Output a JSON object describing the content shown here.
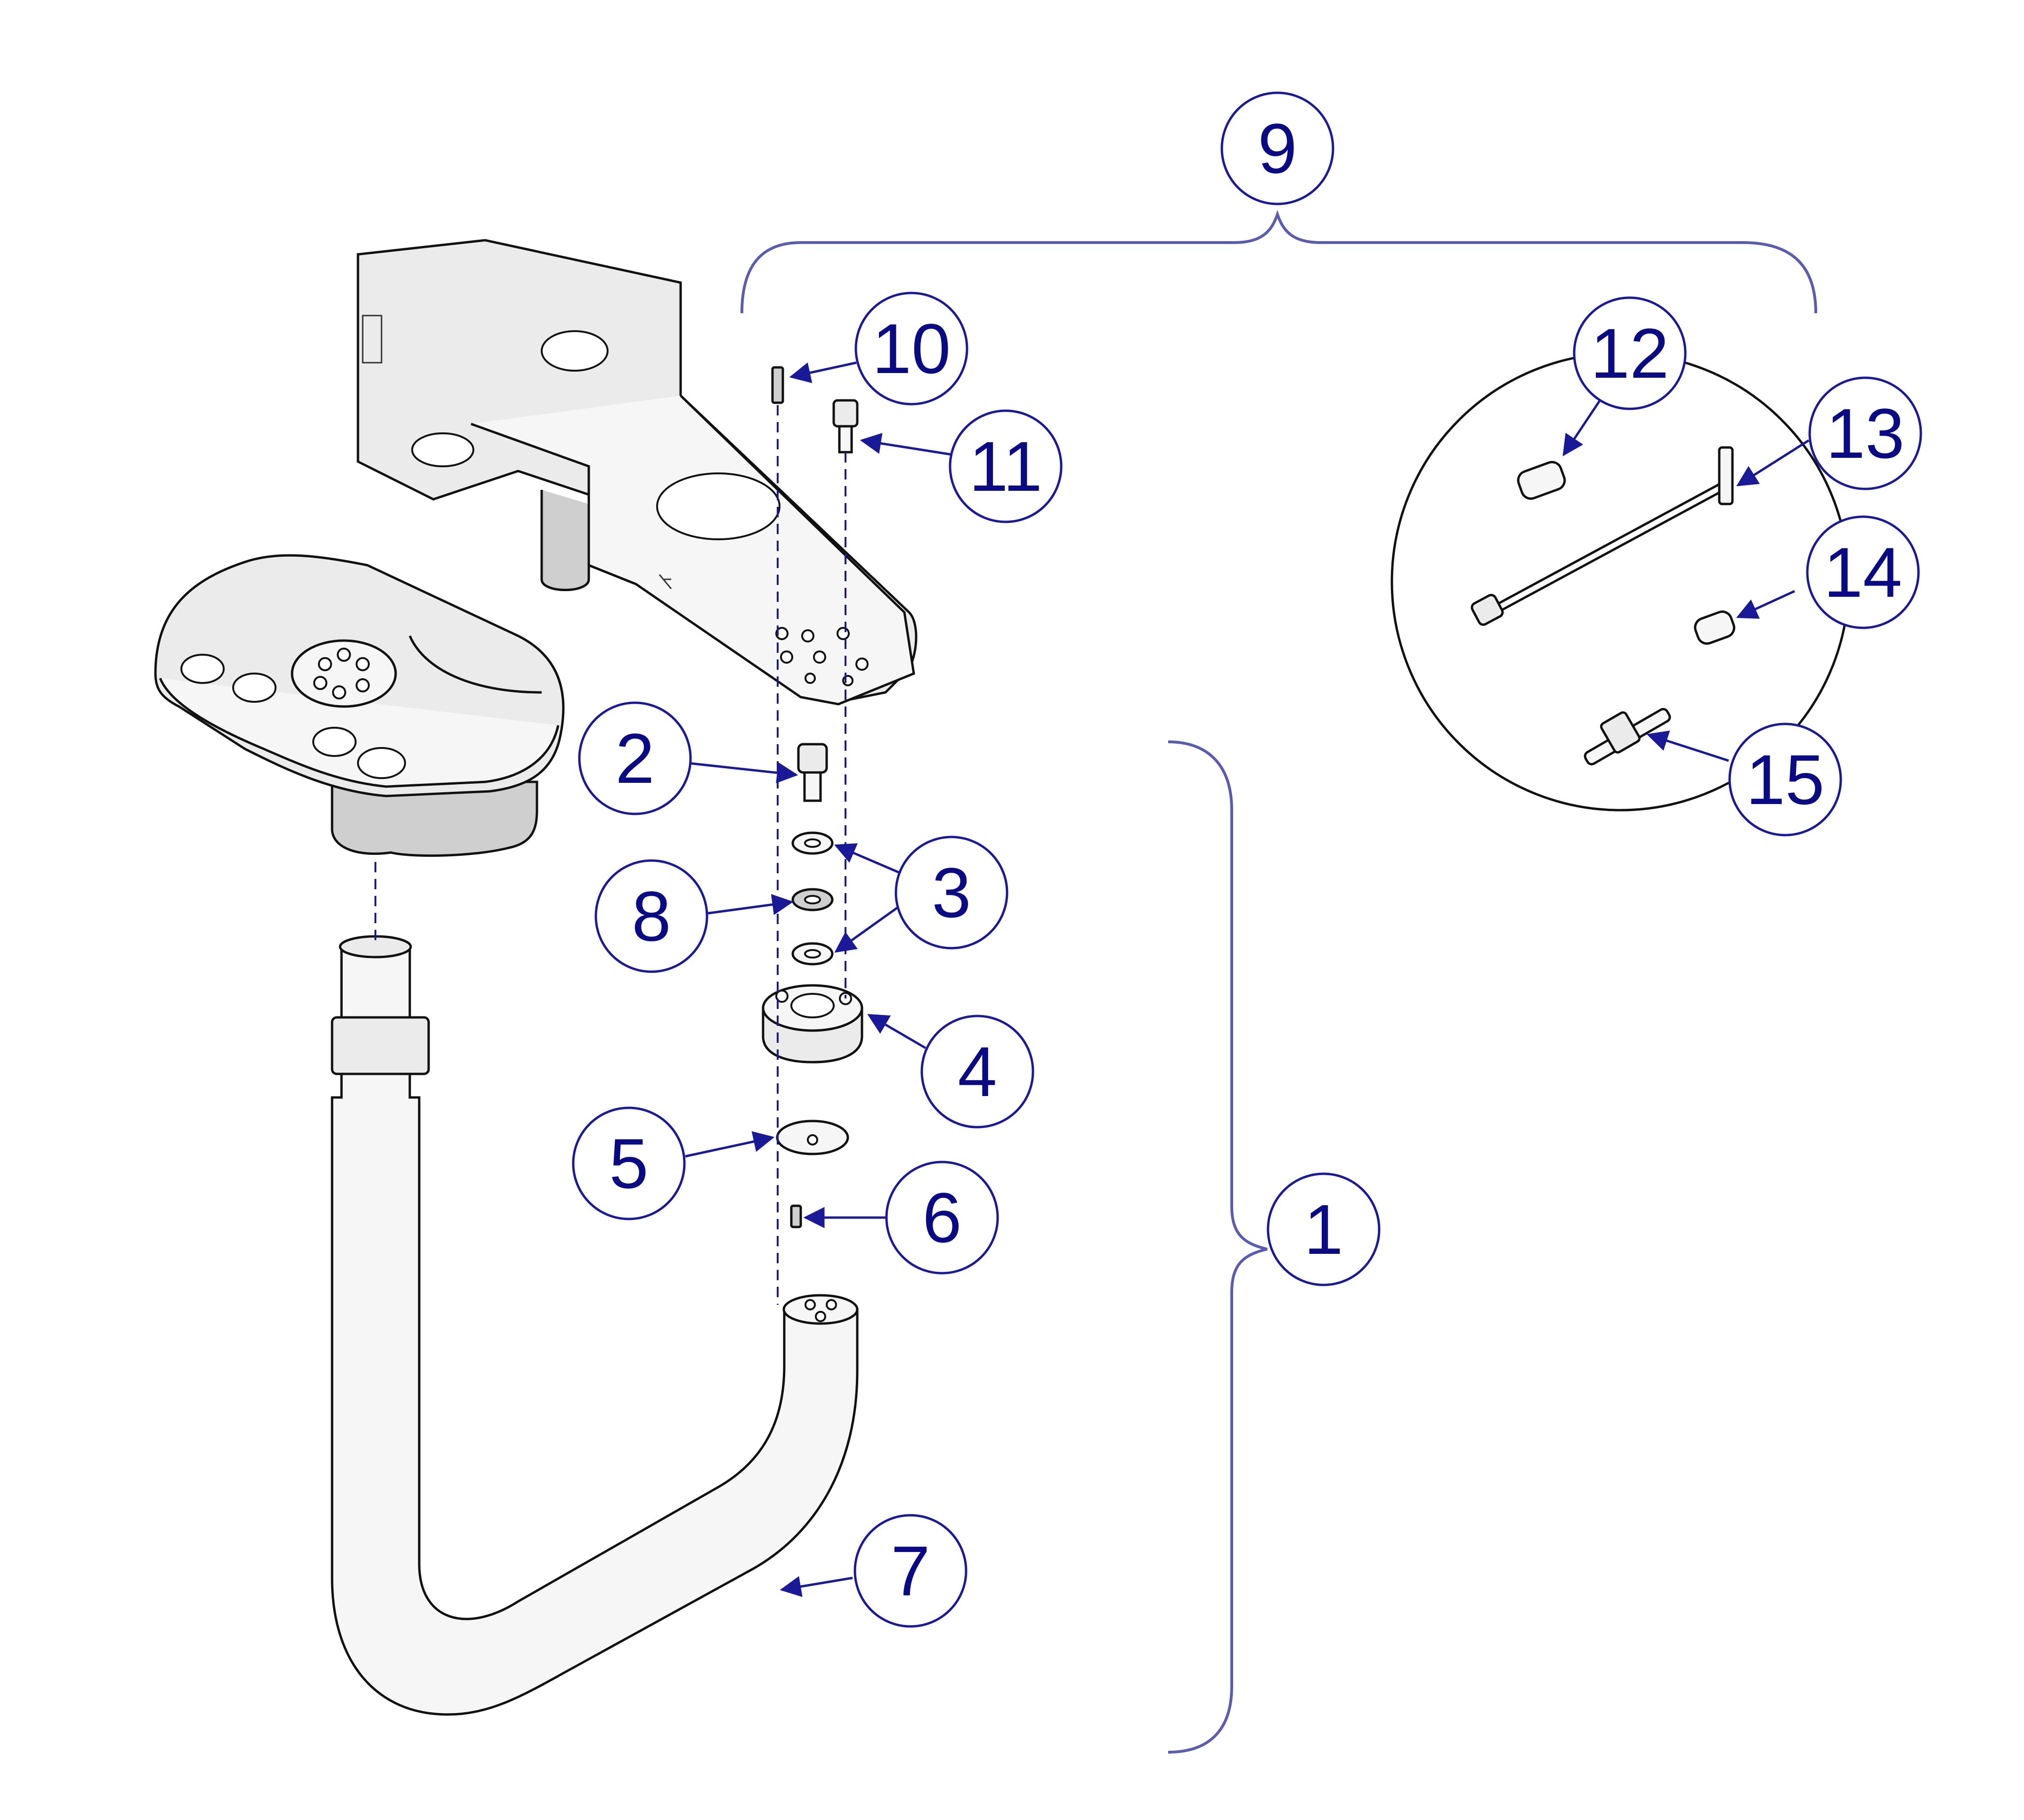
{
  "callouts": {
    "c1": "1",
    "c2": "2",
    "c3a": "3",
    "c4": "4",
    "c5": "5",
    "c6": "6",
    "c7": "7",
    "c8": "8",
    "c9": "9",
    "c10": "10",
    "c11": "11",
    "c12": "12",
    "c13": "13",
    "c14": "14",
    "c15": "15"
  },
  "colors": {
    "callout_blue": "#0a0a85",
    "part_fill": "#ebebeb"
  }
}
